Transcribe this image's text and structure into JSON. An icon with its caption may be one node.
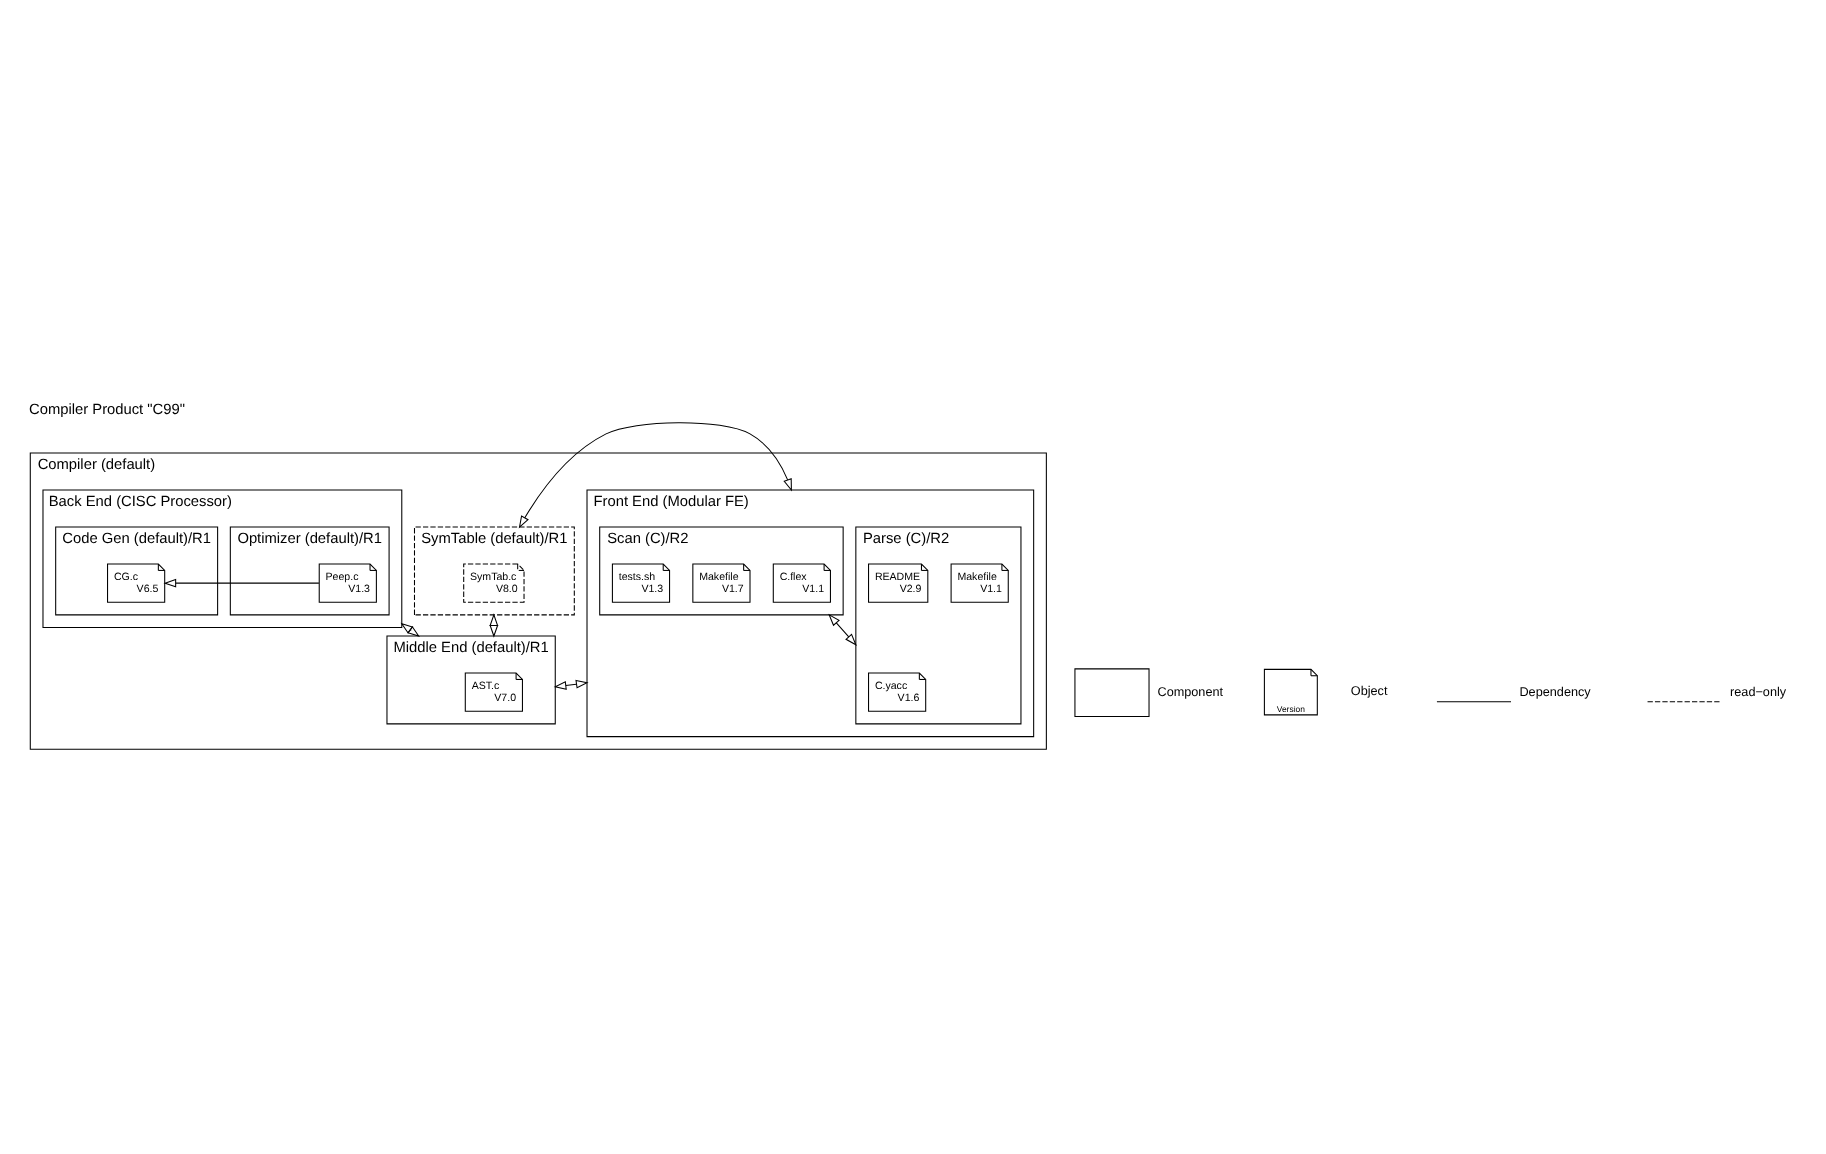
{
  "diagram": {
    "title": "Compiler Product \"C99\"",
    "nodes": [
      {
        "text": [
          "Compiler (default)"
        ]
      },
      {
        "text": [
          "Front End (Modular FE)"
        ],
        "in": 0
      },
      {
        "text": [
          "Scan (C)/R2"
        ],
        "in": 1
      },
      {
        "text": [
          "C.flex",
          "V1.1"
        ],
        "in": 2
      },
      {
        "text": [
          "Makefile",
          "V1.7"
        ],
        "in": 2
      },
      {
        "text": [
          "tests.sh",
          "V1.3"
        ],
        "in": 2
      },
      {
        "text": [
          "Parse (C)/R2"
        ],
        "in": 1
      },
      {
        "text": [
          "C.yacc",
          "V1.6"
        ],
        "in": 6
      },
      {
        "text": [
          "Makefile",
          "V1.1"
        ],
        "in": 6
      },
      {
        "text": [
          "README",
          "V2.9"
        ],
        "in": 6
      },
      {
        "text": [
          "SymTable (default)/R1"
        ],
        "in": 0
      },
      {
        "text": [
          "SymTab.c",
          "V8.0"
        ],
        "in": 10
      },
      {
        "text": [
          "Middle End (default)/R1"
        ],
        "in": 0
      },
      {
        "text": [
          "AST.c",
          "V7.0"
        ],
        "in": 12
      },
      {
        "text": [
          "Back End (CISC Processor)"
        ],
        "in": 0
      },
      {
        "text": [
          "Optimizer (default)/R1"
        ],
        "in": 14
      },
      {
        "text": [
          "Peep.c",
          "V1.3"
        ],
        "in": 15
      },
      {
        "text": [
          "Code Gen (default)/R1"
        ],
        "in": 14
      },
      {
        "text": [
          "CG.c",
          "V6.5"
        ],
        "in": 17
      }
    ],
    "edges": [
      {
        "from": 2,
        "to": 6,
        "arrow": "both"
      },
      {
        "from": 1,
        "to": 10,
        "arrow": "both"
      },
      {
        "from": 10,
        "to": 12,
        "arrow": "both"
      },
      {
        "from": 1,
        "to": 12,
        "arrow": "both"
      },
      {
        "from": 12,
        "to": 14,
        "arrow": "both"
      },
      {
        "from": 16,
        "to": 18,
        "arrow": "to"
      }
    ],
    "labels": [
      "Version"
    ],
    "legend": [
      {
        "text": "Component"
      },
      {
        "text": "Object"
      },
      {
        "text": "Dependency"
      },
      {
        "text": "read−only"
      }
    ]
  }
}
